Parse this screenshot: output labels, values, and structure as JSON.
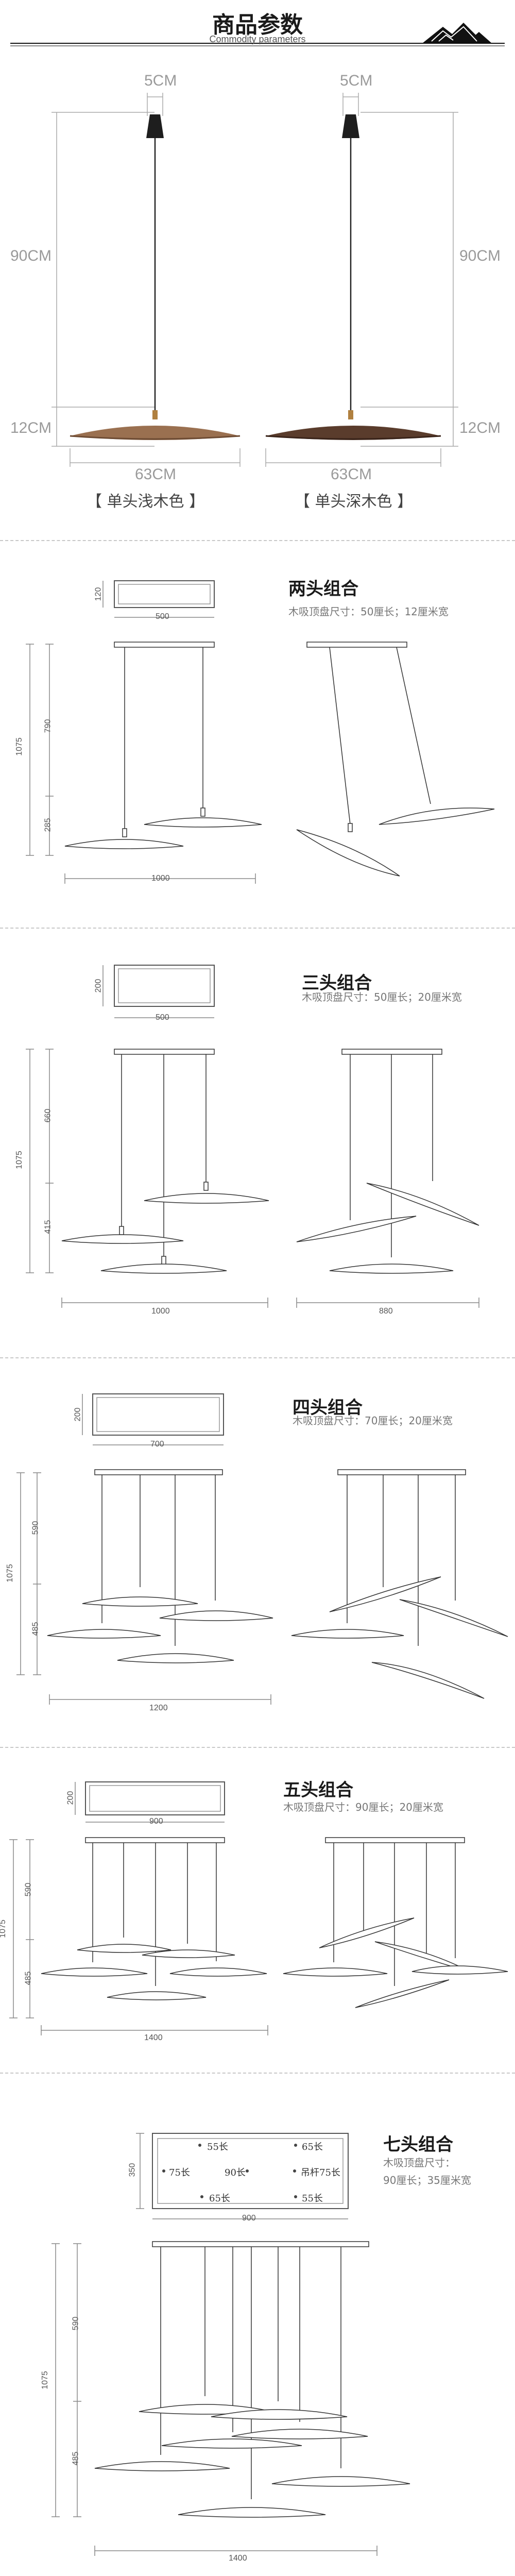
{
  "header": {
    "title": "商品参数",
    "subtitle": "Commodity parameters"
  },
  "single": {
    "cap_width": "5CM",
    "cord_length": "90CM",
    "shade_height": "12CM",
    "shade_diameter": "63CM",
    "light_caption": "【 单头浅木色 】",
    "dark_caption": "【 单头深木色 】",
    "colors": {
      "light_wood": "#9a7050",
      "dark_wood": "#5a3c2c"
    }
  },
  "two": {
    "title": "两头组合",
    "spec": "木吸顶盘尺寸：50厘长；12厘米宽",
    "plate_w": "500",
    "plate_h": "120",
    "overall": "1075",
    "upper": "790",
    "lower": "285",
    "width": "1000"
  },
  "three": {
    "title": "三头组合",
    "spec": "木吸顶盘尺寸：50厘长；20厘米宽",
    "plate_w": "500",
    "plate_h": "200",
    "overall": "1075",
    "upper": "660",
    "lower": "415",
    "width": "1000",
    "width_alt": "880"
  },
  "four": {
    "title": "四头组合",
    "spec": "木吸顶盘尺寸：70厘长；20厘米宽",
    "plate_w": "700",
    "plate_h": "200",
    "overall": "1075",
    "upper": "590",
    "lower": "485",
    "width": "1200"
  },
  "five": {
    "title": "五头组合",
    "spec": "木吸顶盘尺寸：90厘长；20厘米宽",
    "plate_w": "900",
    "plate_h": "200",
    "overall": "1075",
    "upper": "590",
    "lower": "485",
    "width": "1400"
  },
  "seven": {
    "title": "七头组合",
    "spec_line1": "木吸顶盘尺寸：",
    "spec_line2": "90厘长；35厘米宽",
    "plate_w": "900",
    "plate_h": "350",
    "overall": "1075",
    "upper": "590",
    "lower": "485",
    "width": "1400",
    "plate_labels": [
      "55长",
      "65长",
      "75长",
      "90长",
      "吊杆75长",
      "65长",
      "55长"
    ]
  }
}
